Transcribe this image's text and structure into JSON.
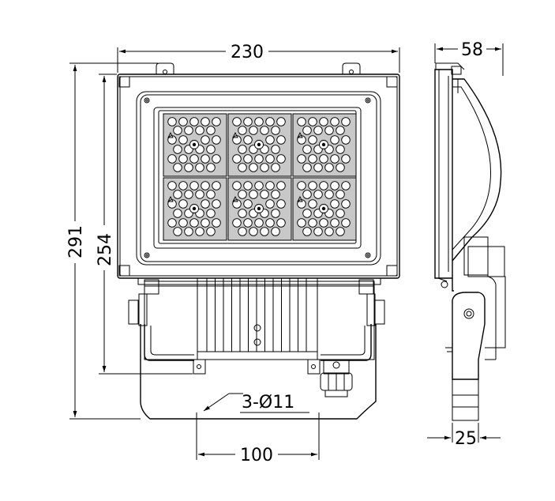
{
  "dimensions": {
    "front_width": "230",
    "side_depth": "58",
    "overall_height": "291",
    "body_height": "254",
    "mount_holes": "3-Ø11",
    "hole_spacing": "100",
    "bracket_thickness": "25"
  },
  "colors": {
    "line": "#000000",
    "module_fill": "#c8c8c8",
    "background": "#ffffff"
  }
}
